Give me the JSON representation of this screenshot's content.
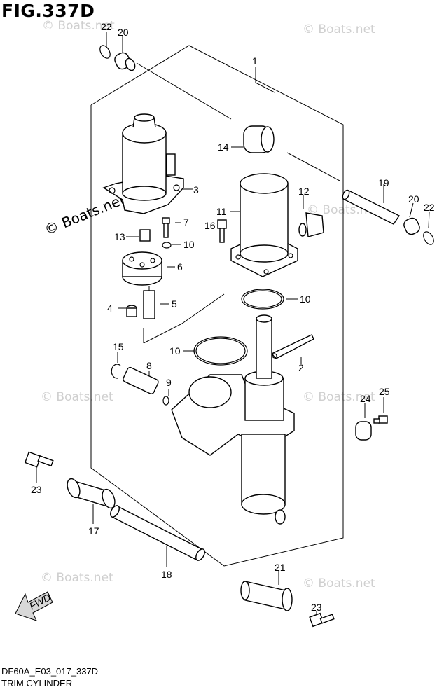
{
  "figure_title": "FIG.337D",
  "diagram_code": "DF60A_E03_017_337D",
  "caption": "TRIM CYLINDER",
  "fwd_label": "FWD",
  "watermarks": [
    "© Boats.net",
    "© Boats.net",
    "© Boats.net",
    "© Boats.net",
    "© Boats.net",
    "© Boats.net",
    "© Boats.net",
    "© Boats.net"
  ],
  "callouts": {
    "c1": "1",
    "c2": "2",
    "c3": "3",
    "c4": "4",
    "c5": "5",
    "c6": "6",
    "c7": "7",
    "c8": "8",
    "c9": "9",
    "c10a": "10",
    "c10b": "10",
    "c10c": "10",
    "c11": "11",
    "c12": "12",
    "c13": "13",
    "c14": "14",
    "c15": "15",
    "c16": "16",
    "c17": "17",
    "c18": "18",
    "c19": "19",
    "c20a": "20",
    "c20b": "20",
    "c21": "21",
    "c22a": "22",
    "c22b": "22",
    "c23a": "23",
    "c23b": "23",
    "c24": "24",
    "c25": "25"
  }
}
